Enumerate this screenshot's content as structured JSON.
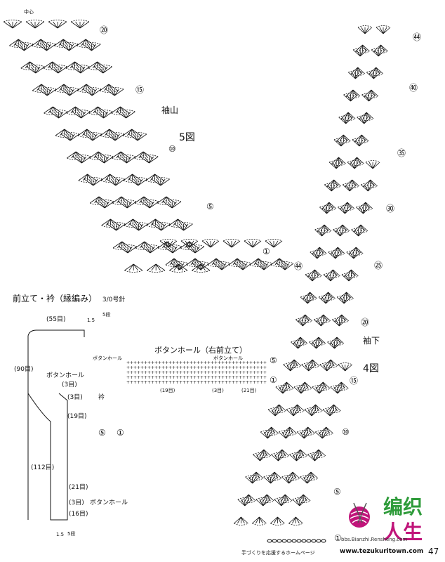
{
  "sleeve_cap": {
    "center_label": "中心",
    "part_name": "袖山",
    "figure": "5図",
    "rows": [
      "⑳",
      "⑮",
      "⑩",
      "⑤",
      "①",
      "㊹"
    ]
  },
  "sleeve_lower": {
    "part_name": "袖下",
    "figure": "4図",
    "rows": [
      "㊹",
      "㊵",
      "㉟",
      "㉚",
      "㉕",
      "⑳",
      "⑮",
      "⑩",
      "⑤",
      "①"
    ]
  },
  "front_band": {
    "title": "前立て・衿（縁編み）",
    "hook": "3/0号針",
    "top_count": "(55目)",
    "corner": "1.5",
    "corner_rows": "5段",
    "side_count": "(90目)",
    "buttonhole_label": "ボタンホール",
    "buttonhole_count": "(3目)",
    "collar_label": "衿",
    "seg_3": "(3目)",
    "seg_19": "(19目)",
    "seg_112": "(112目)",
    "seg_21": "(21目)",
    "seg_3b": "(3目)",
    "buttonhole_label2": "ボタンホール",
    "seg_16": "(16目)",
    "bottom_corner": "1.5",
    "bottom_rows": "5段"
  },
  "buttonhole_chart": {
    "title": "ボタンホール（右前立て）",
    "label_left": "ボタンホール",
    "label_right": "ボタンホール",
    "row5": "⑤",
    "row1": "①",
    "count_19": "(19目)",
    "count_3": "(3目)",
    "count_21": "(21目)",
    "left_row5": "⑤",
    "left_row1": "①"
  },
  "logo": {
    "cn1": "编织",
    "cn2": "人生",
    "url_small": "bbs.Bianzhi.Rensheng.com"
  },
  "footer": {
    "left_text": "手づくりを応援するホームページ",
    "url": "www.tezukuritown.com",
    "page": "47"
  },
  "colors": {
    "ink": "#111111",
    "logo_green": "#2e9b3a",
    "logo_magenta": "#c0147a"
  }
}
